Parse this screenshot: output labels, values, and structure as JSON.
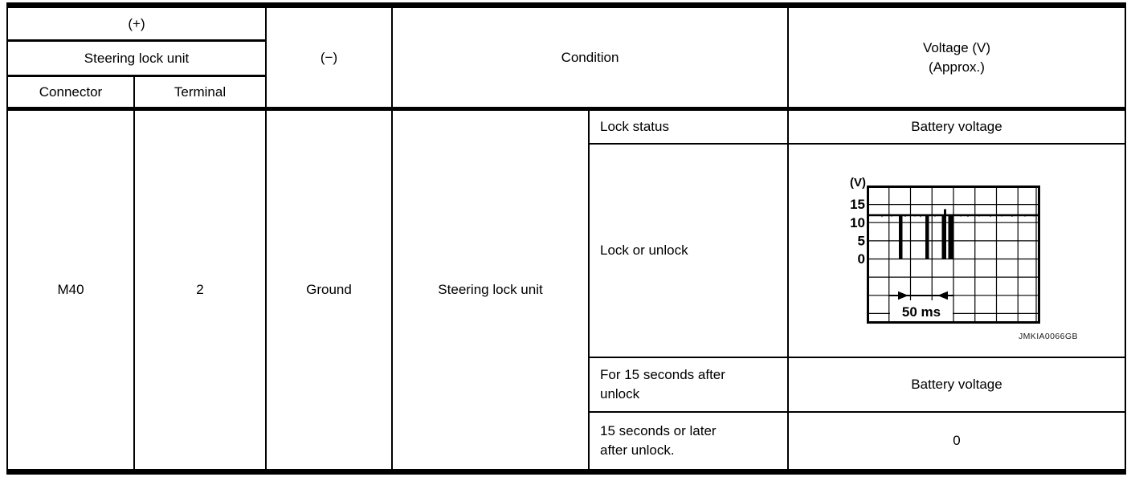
{
  "header": {
    "plus": "(+)",
    "steering_lock_unit": "Steering lock unit",
    "connector": "Connector",
    "terminal": "Terminal",
    "minus": "(−)",
    "condition": "Condition",
    "voltage": "Voltage (V)\n(Approx.)"
  },
  "body": {
    "connector": "M40",
    "terminal": "2",
    "minus": "Ground",
    "condition_main": "Steering lock unit",
    "rows": [
      {
        "condition": "Lock status",
        "voltage": "Battery voltage"
      },
      {
        "condition": "Lock or unlock"
      },
      {
        "condition": "For 15 seconds after\nunlock",
        "voltage": "Battery voltage"
      },
      {
        "condition": "15 seconds or later\nafter unlock.",
        "voltage": "0"
      }
    ]
  },
  "waveform": {
    "y_unit": "(V)",
    "y_ticks": [
      "15",
      "10",
      "5",
      "0"
    ],
    "time_label": "50 ms",
    "caption": "JMKIA0066GB",
    "baseline_voltage_v": 12,
    "pulse_low_v": 0,
    "grid_columns": 8,
    "grid_rows": 8,
    "volts_per_division": 5,
    "arrow_span_divisions": 3
  },
  "colors": {
    "line": "#000000",
    "background": "#ffffff"
  }
}
